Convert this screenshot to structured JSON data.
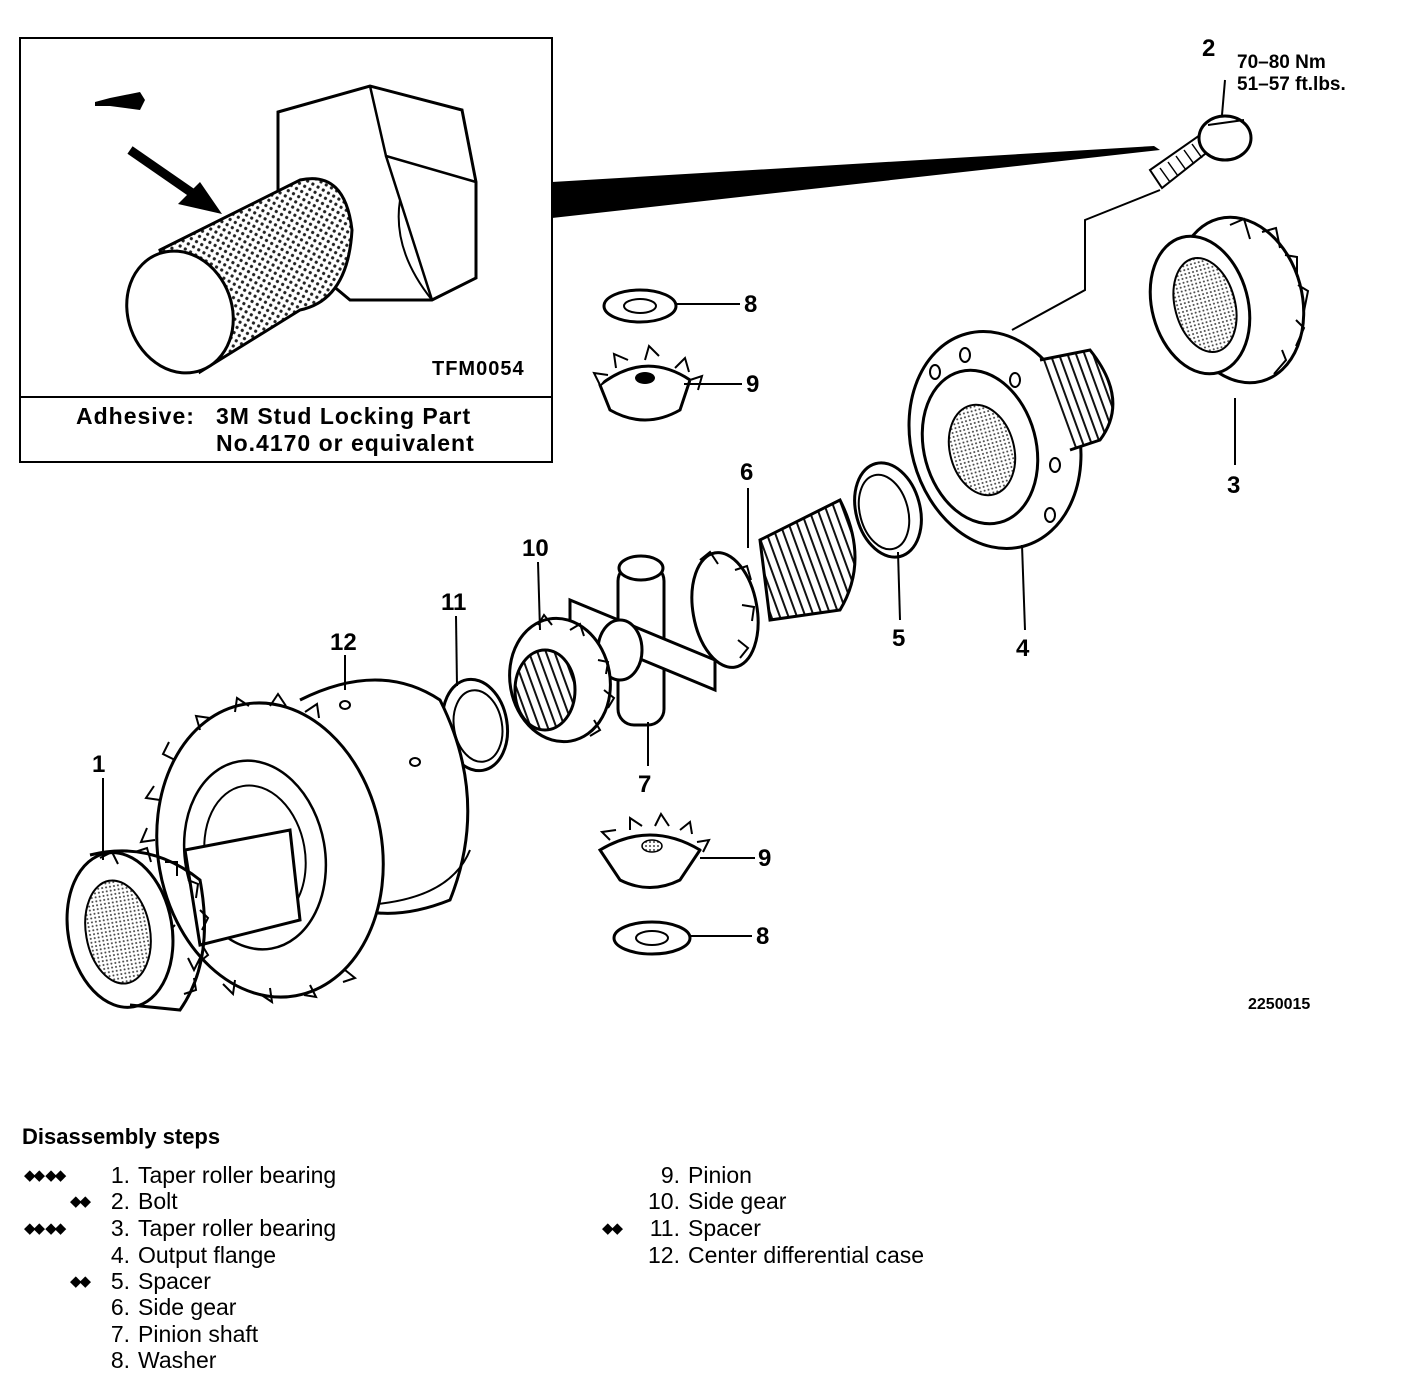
{
  "inset": {
    "code": "TFM0054",
    "adhesive_label": "Adhesive:",
    "adhesive_line1": "3M Stud Locking Part",
    "adhesive_line2": "No.4170 or equivalent"
  },
  "torque": {
    "nm": "70–80 Nm",
    "ftlbs": "51–57 ft.lbs."
  },
  "figure_code": "2250015",
  "callouts": [
    "1",
    "2",
    "3",
    "4",
    "5",
    "6",
    "7",
    "8",
    "9",
    "10",
    "11",
    "12"
  ],
  "steps_title": "Disassembly steps",
  "steps": [
    {
      "num": "1.",
      "text": "Taper roller bearing",
      "marks": "◆◆ ◆◆"
    },
    {
      "num": "2.",
      "text": "Bolt",
      "marks": "◆◆"
    },
    {
      "num": "3.",
      "text": "Taper roller bearing",
      "marks": "◆◆ ◆◆"
    },
    {
      "num": "4.",
      "text": "Output flange",
      "marks": ""
    },
    {
      "num": "5.",
      "text": "Spacer",
      "marks": "◆◆"
    },
    {
      "num": "6.",
      "text": "Side gear",
      "marks": ""
    },
    {
      "num": "7.",
      "text": "Pinion shaft",
      "marks": ""
    },
    {
      "num": "8.",
      "text": "Washer",
      "marks": ""
    },
    {
      "num": "9.",
      "text": "Pinion",
      "marks": ""
    },
    {
      "num": "10.",
      "text": "Side gear",
      "marks": ""
    },
    {
      "num": "11.",
      "text": "Spacer",
      "marks": "◆◆"
    },
    {
      "num": "12.",
      "text": "Center differential case",
      "marks": ""
    }
  ]
}
